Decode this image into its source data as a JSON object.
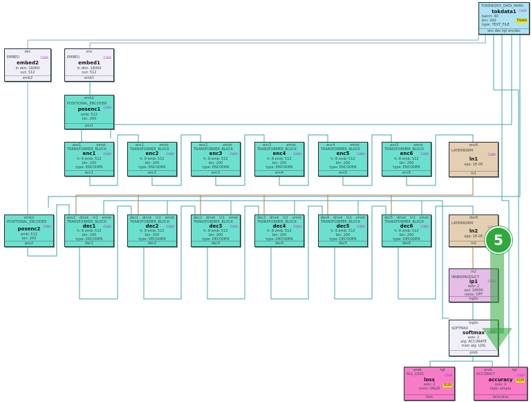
{
  "nodes": {
    "tokdata1": {
      "tops": [],
      "type": "TOKENIZED_DATA_PAIRS",
      "name": "tokdata1",
      "params": [
        "batch: 40",
        "bin: 200",
        "type: TEXT_FILE"
      ],
      "bottom": "enc dec tgt encdec",
      "badge": "TRAIN"
    },
    "embed2": {
      "tops": [
        "dec"
      ],
      "type": "EMBED",
      "name": "embed2",
      "params": [
        "in dim: 16000",
        "out: 512"
      ],
      "bottom": "emb2"
    },
    "embed1": {
      "tops": [
        "enc"
      ],
      "type": "EMBED",
      "name": "embed1",
      "params": [
        "in dim: 16000",
        "out: 512"
      ],
      "bottom": "emb1"
    },
    "posenc1": {
      "tops": [
        "emb1"
      ],
      "type": "POSITIONAL_ENCODER",
      "name": "posenc1",
      "params": [
        "emb: 512",
        "bin: 200"
      ],
      "bottom": "pos1"
    },
    "enc1": {
      "tops": [
        "pos1",
        "emsk"
      ],
      "type": "TRANSFORMER_BLOCK",
      "name": "enc1",
      "params": [
        "h: 8 emb: 512",
        "bin: 200",
        "type: ENCODER"
      ],
      "bottom": "enc1"
    },
    "enc2": {
      "tops": [
        "enc1",
        "emsk"
      ],
      "type": "TRANSFORMER_BLOCK",
      "name": "enc2",
      "params": [
        "h: 8 emb: 512",
        "bin: 200",
        "type: ENCODER"
      ],
      "bottom": "enc2"
    },
    "enc3": {
      "tops": [
        "enc2",
        "emsk"
      ],
      "type": "TRANSFORMER_BLOCK",
      "name": "enc3",
      "params": [
        "h: 8 emb: 512",
        "bin: 200",
        "type: ENCODER"
      ],
      "bottom": "enc3"
    },
    "enc4": {
      "tops": [
        "enc3",
        "emsk"
      ],
      "type": "TRANSFORMER_BLOCK",
      "name": "enc4",
      "params": [
        "h: 8 emb: 512",
        "bin: 200",
        "type: ENCODER"
      ],
      "bottom": "enc4"
    },
    "enc5": {
      "tops": [
        "enc4",
        "emsk"
      ],
      "type": "TRANSFORMER_BLOCK",
      "name": "enc5",
      "params": [
        "h: 8 emb: 512",
        "bin: 200",
        "type: ENCODER"
      ],
      "bottom": "enc5"
    },
    "enc6": {
      "tops": [
        "enc5",
        "emsk"
      ],
      "type": "TRANSFORMER_BLOCK",
      "name": "enc6",
      "params": [
        "h: 8 emb: 512",
        "bin: 200",
        "type: ENCODER"
      ],
      "bottom": "enc6"
    },
    "ln1": {
      "tops": [
        "enc6"
      ],
      "type": "LAYERNORM",
      "name": "ln1",
      "params": [
        "eps: 1E-05"
      ],
      "bottom": "ln1"
    },
    "posenc2": {
      "tops": [
        "emb2"
      ],
      "type": "POSITIONAL_ENCODER",
      "name": "posenc2",
      "params": [
        "emb: 512",
        "bin: 200"
      ],
      "bottom": "pos2"
    },
    "dec1": {
      "tops": [
        "pos2",
        "dmsk",
        "ln1",
        "emsk"
      ],
      "type": "TRANSFORMER_BLOCK",
      "name": "dec1",
      "params": [
        "h: 8 emb: 512",
        "bin: 200",
        "type: DECODER"
      ],
      "bottom": "dec1"
    },
    "dec2": {
      "tops": [
        "dec1",
        "dmsk",
        "ln1",
        "emsk"
      ],
      "type": "TRANSFORMER_BLOCK",
      "name": "dec2",
      "params": [
        "h: 8 emb: 512",
        "bin: 200",
        "type: DECODER"
      ],
      "bottom": "dec2"
    },
    "dec3": {
      "tops": [
        "dec2",
        "dmsk",
        "ln1",
        "emsk"
      ],
      "type": "TRANSFORMER_BLOCK",
      "name": "dec3",
      "params": [
        "h: 8 emb: 512",
        "bin: 200",
        "type: DECODER"
      ],
      "bottom": "dec3"
    },
    "dec4": {
      "tops": [
        "dec3",
        "dmsk",
        "ln1",
        "emsk"
      ],
      "type": "TRANSFORMER_BLOCK",
      "name": "dec4",
      "params": [
        "h: 8 emb: 512",
        "bin: 200",
        "type: DECODER"
      ],
      "bottom": "dec4"
    },
    "dec5": {
      "tops": [
        "dec4",
        "dmsk",
        "ln1",
        "emsk"
      ],
      "type": "TRANSFORMER_BLOCK",
      "name": "dec5",
      "params": [
        "h: 8 emb: 512",
        "bin: 200",
        "type: DECODER"
      ],
      "bottom": "dec5"
    },
    "dec6": {
      "tops": [
        "dec5",
        "dmsk",
        "ln1",
        "emsk"
      ],
      "type": "TRANSFORMER_BLOCK",
      "name": "dec6",
      "params": [
        "h: 8 emb: 512",
        "bin: 200",
        "type: DECODER"
      ],
      "bottom": "dec6"
    },
    "ln2": {
      "tops": [
        "dec6"
      ],
      "type": "LAYERNORM",
      "name": "ln2",
      "params": [
        "eps: 1E-05"
      ],
      "bottom": "ln2"
    },
    "ip1": {
      "tops": [
        "ln2"
      ],
      "type": "INNERPRODUCT",
      "name": "ip1",
      "params": [
        "axis: 2",
        "out: 16000",
        "noise: OFF"
      ],
      "bottom": "logits"
    },
    "softmax": {
      "tops": [
        "logits"
      ],
      "type": "SOFTMAX",
      "name": "softmax",
      "params": [
        "axis: 2",
        "alg: ACCURATE",
        "train alg: LOG"
      ],
      "bottom": "prob"
    },
    "loss": {
      "tops": [
        "prob",
        "tgt"
      ],
      "type": "NLL_LOSS",
      "name": "loss",
      "params": [
        "axis: 2",
        "norm: VALID"
      ],
      "bottom": "loss",
      "badge": "RUN"
    },
    "accuracy": {
      "tops": [
        "prob",
        "tgt"
      ],
      "type": "ACCURACY",
      "name": "accuracy",
      "params": [
        "axis: 2",
        "topk: simple"
      ],
      "bottom": "accuracy",
      "badge": "RUN"
    }
  },
  "cpu_label": "CUDA",
  "step_marker": "5",
  "colors": {
    "wire_teal": "#3aa3ae",
    "wire_blue": "#8aa6c4",
    "wire_brown": "#b47a3c",
    "step_green": "#2fa83c"
  }
}
